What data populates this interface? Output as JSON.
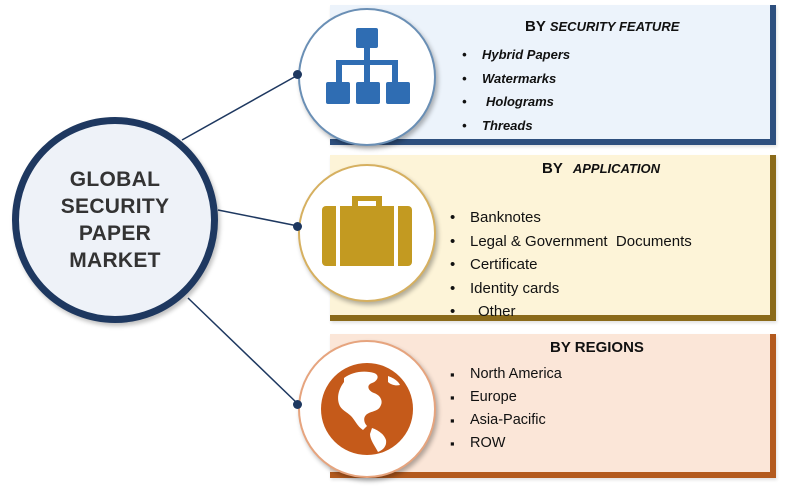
{
  "hub": {
    "title": "GLOBAL\nSECURITY\nPAPER\nMARKET"
  },
  "segments": [
    {
      "heading_prefix": "BY",
      "heading_rest": "SECURITY FEATURE",
      "icon": "hierarchy-icon",
      "items": [
        "Hybrid Papers",
        "Watermarks",
        "Holograms",
        "Threads"
      ]
    },
    {
      "heading_prefix": "BY",
      "heading_rest": "APPLICATION",
      "icon": "briefcase-icon",
      "items": [
        "Banknotes",
        "Legal & Government  Documents",
        "Certificate",
        "Identity cards",
        "Other"
      ]
    },
    {
      "heading_prefix": "BY REGIONS",
      "heading_rest": "",
      "icon": "globe-icon",
      "items": [
        "North America",
        "Europe",
        "Asia-Pacific",
        "ROW"
      ]
    }
  ],
  "colors": {
    "hub_border": "#1e3860",
    "security_accent": "#2f6db3",
    "application_accent": "#c39a21",
    "regions_accent": "#c55a1a"
  }
}
